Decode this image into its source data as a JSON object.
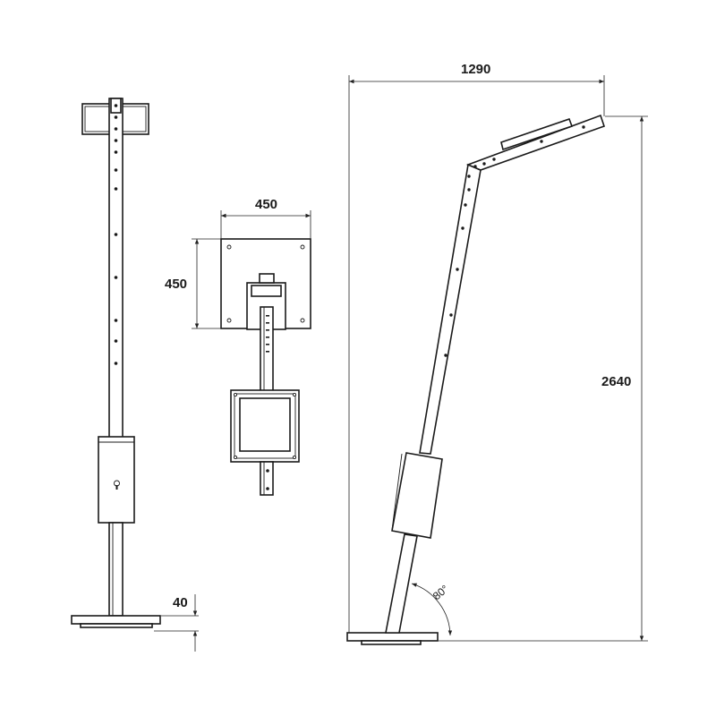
{
  "drawing": {
    "dimensions": {
      "base_height": "40",
      "panel_width": "450",
      "panel_height": "450",
      "total_width": "1290",
      "total_height": "2640",
      "tilt_angle": "80°"
    }
  }
}
